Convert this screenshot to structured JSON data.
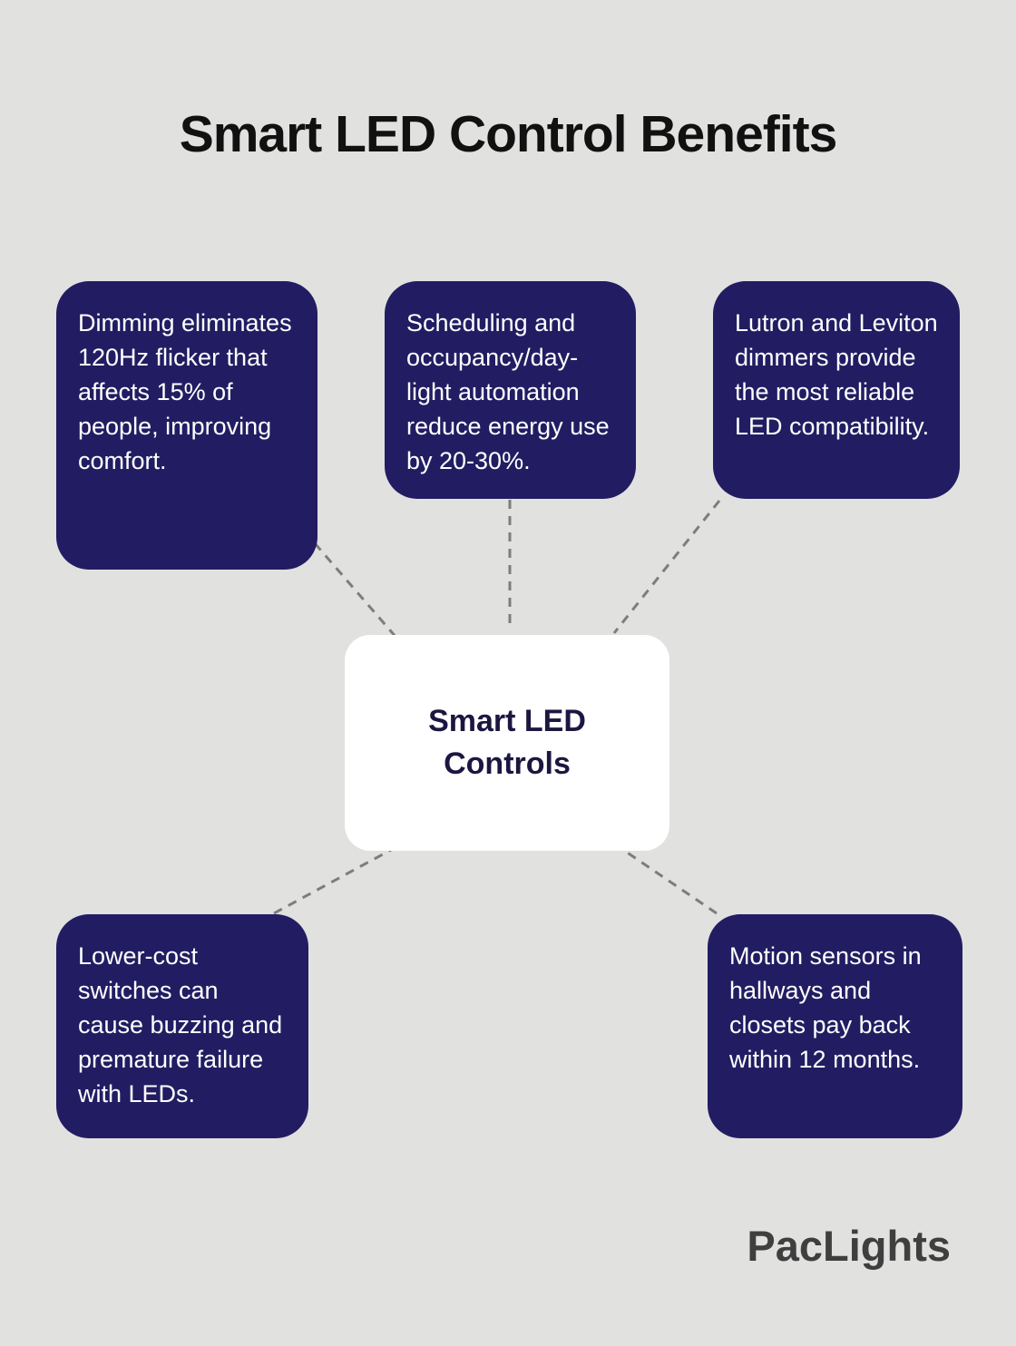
{
  "title": "Smart LED Control Benefits",
  "center_node": {
    "label": "Smart LED Controls"
  },
  "benefit_nodes": [
    {
      "id": "dimming-flicker",
      "text": "Dimming eliminates 120Hz flicker that affects 15% of people, improving comfort."
    },
    {
      "id": "scheduling-automation",
      "text": "Scheduling and occupancy/day-light automation reduce energy use by 20-30%."
    },
    {
      "id": "dimmer-compatibility",
      "text": "Lutron and Leviton dimmers provide the most reliable LED compatibility."
    },
    {
      "id": "switch-buzzing",
      "text": "Lower-cost switches can cause buzzing and premature failure with LEDs."
    },
    {
      "id": "motion-sensors",
      "text": "Motion sensors in hallways and closets pay back within 12 months."
    }
  ],
  "brand": "PacLights",
  "colors": {
    "background": "#e1e1e0",
    "node_bg": "#221d62",
    "node_text": "#ffffff",
    "center_bg": "#ffffff",
    "center_text": "#1b1740",
    "connector": "#7d7d7d",
    "title_text": "#111111",
    "brand_text": "#3f3f3f"
  }
}
